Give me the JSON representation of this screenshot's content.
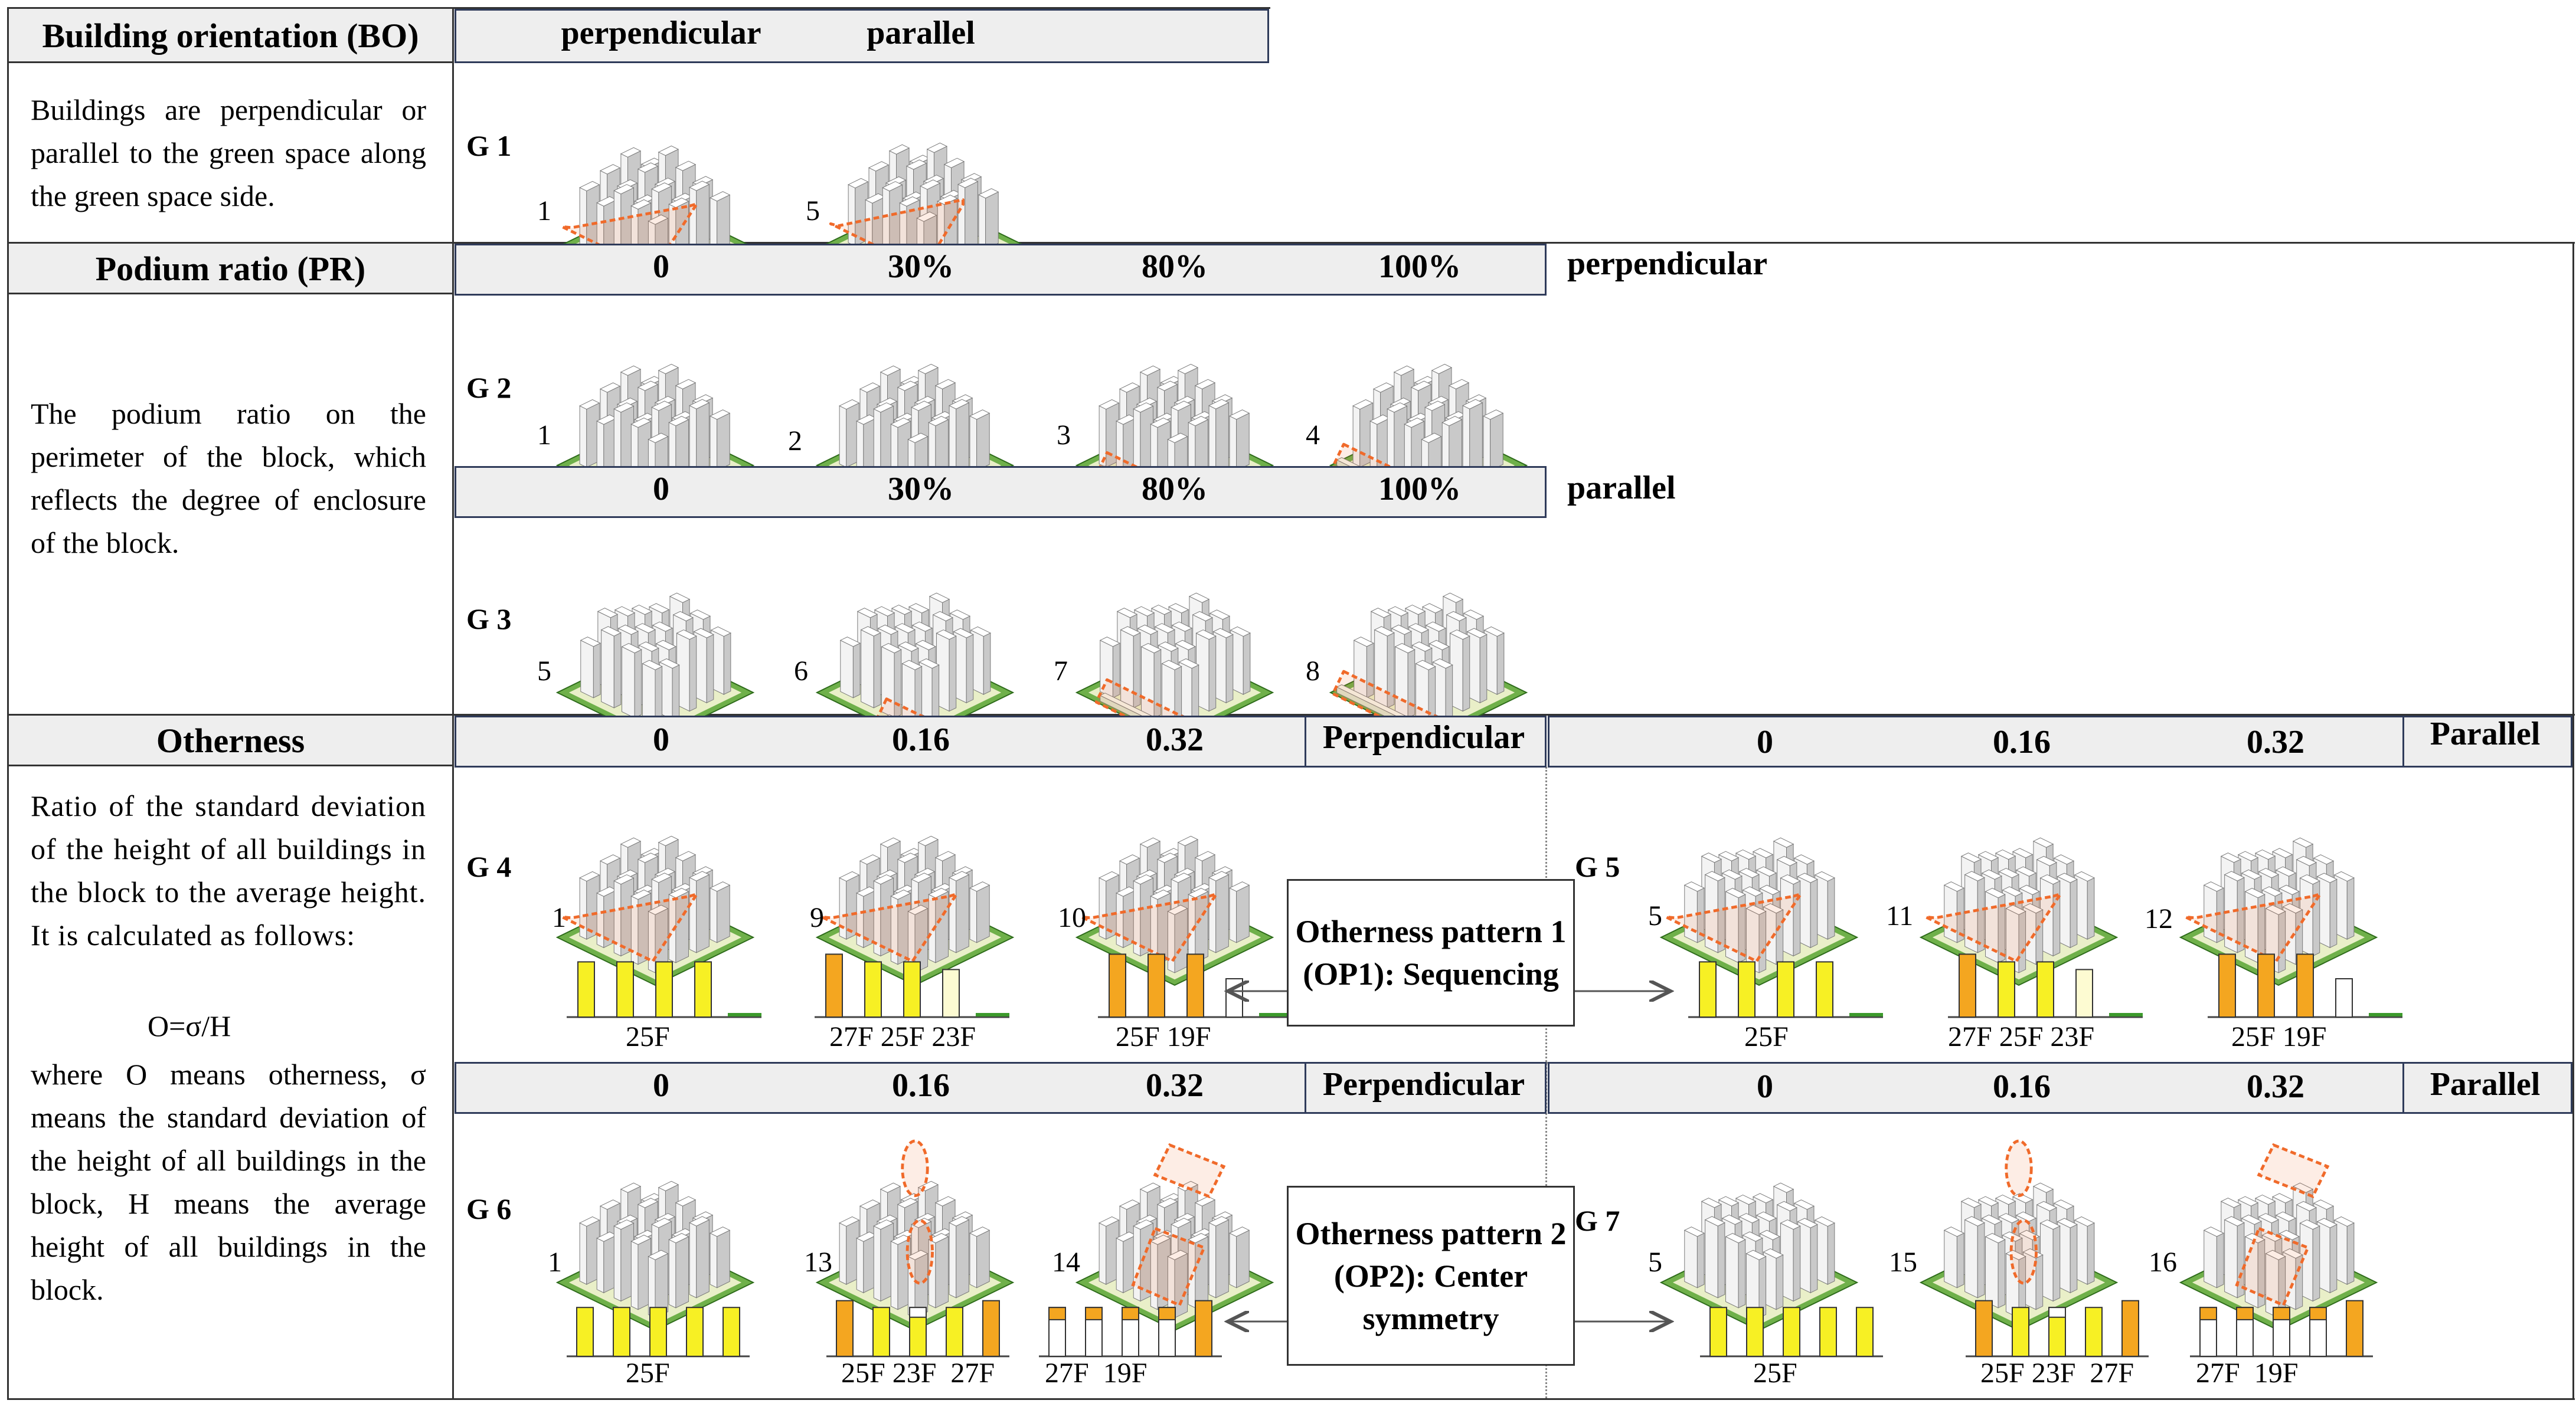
{
  "sections": {
    "bo": {
      "title": "Building orientation (BO)",
      "desc": "Buildings are perpendicular or parallel to the green space along the green space side.",
      "cols": [
        "perpendicular",
        "parallel"
      ],
      "group": "G 1",
      "nums": [
        "1",
        "5"
      ]
    },
    "pr": {
      "title": "Podium ratio (PR)",
      "desc": "The podium ratio on the perimeter of the block, which reflects the degree of enclosure of the block.",
      "row1": {
        "cols": [
          "0",
          "30%",
          "80%",
          "100%"
        ],
        "side": "perpendicular",
        "group": "G 2",
        "nums": [
          "1",
          "2",
          "3",
          "4"
        ]
      },
      "row2": {
        "cols": [
          "0",
          "30%",
          "80%",
          "100%"
        ],
        "side": "parallel",
        "group": "G 3",
        "nums": [
          "5",
          "6",
          "7",
          "8"
        ]
      }
    },
    "ot": {
      "title": "Otherness",
      "desc1": "Ratio of the standard deviation of the height of all buildings in the block to the average height. It is calculated as follows:",
      "formula": "O=σ/H",
      "desc2": "where O means otherness, σ means the standard deviation of the height of all buildings in the block, H means the average height of all buildings in the block.",
      "cols": [
        "0",
        "0.16",
        "0.32"
      ],
      "perp": "Perpendicular",
      "par": "Parallel",
      "g4": {
        "group": "G 4",
        "nums": [
          "1",
          "9",
          "10"
        ],
        "floors": [
          "25F",
          "27F 25F 23F",
          "25F  19F"
        ]
      },
      "g5": {
        "group": "G 5",
        "nums": [
          "5",
          "11",
          "12"
        ],
        "floors": [
          "25F",
          "27F 25F 23F",
          "25F  19F"
        ]
      },
      "g6": {
        "group": "G 6",
        "nums": [
          "1",
          "13",
          "14"
        ],
        "floors": [
          "25F",
          "25F 23F  27F",
          "27F  19F"
        ]
      },
      "g7": {
        "group": "G 7",
        "nums": [
          "5",
          "15",
          "16"
        ],
        "floors": [
          "25F",
          "25F 23F  27F",
          "27F  19F"
        ]
      },
      "op1": "Otherness pattern 1 (OP1): Sequencing",
      "op2": "Otherness pattern 2 (OP2): Center symmetry"
    }
  },
  "colors": {
    "yellow": "#f7f024",
    "orange": "#f4a620",
    "light": "#fdfbd2",
    "green": "#3c9a2c",
    "highlight": "#f06a2a"
  }
}
